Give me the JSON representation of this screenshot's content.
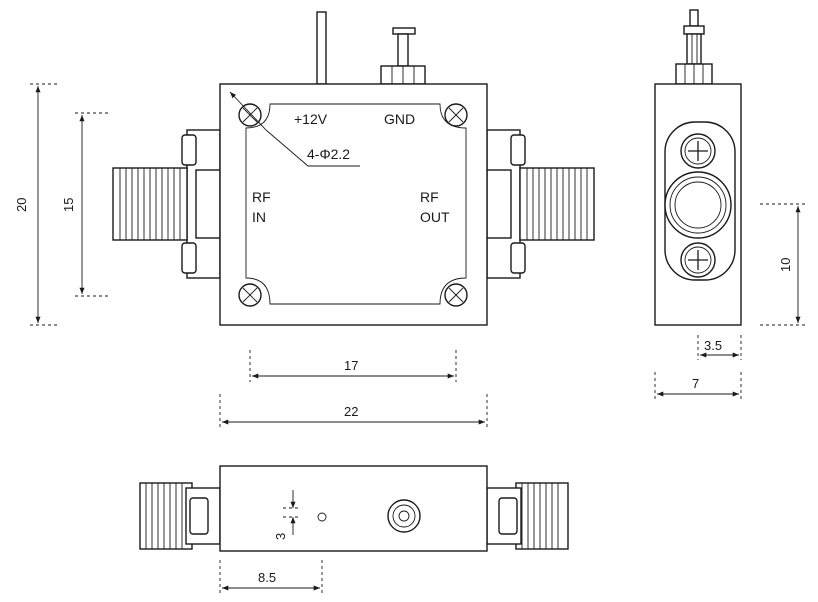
{
  "labels": {
    "power": "+12V",
    "ground": "GND",
    "rf_in_1": "RF",
    "rf_in_2": "IN",
    "rf_out_1": "RF",
    "rf_out_2": "OUT",
    "holes": "4-Φ2.2"
  },
  "dimensions": {
    "height_total": "20",
    "height_holes": "15",
    "width_holes": "17",
    "width_total": "22",
    "side_height": "10",
    "side_offset": "3.5",
    "side_width": "7",
    "bottom_offset_y": "3",
    "bottom_offset_x": "8.5"
  },
  "colors": {
    "line": "#1a1a1a",
    "background": "#ffffff"
  }
}
